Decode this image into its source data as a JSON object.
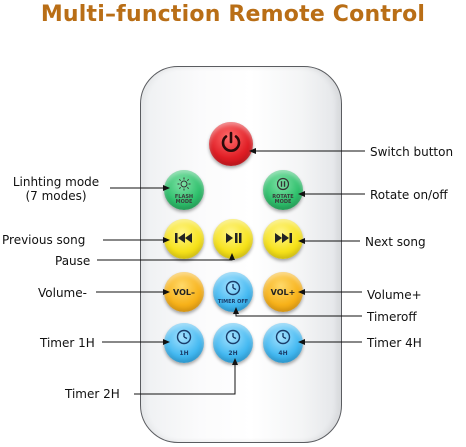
{
  "title": "Multi–function Remote Control",
  "buttons": {
    "flash": {
      "sub1": "FLASH",
      "sub2": "MODE"
    },
    "rotate": {
      "sub1": "ROTATE",
      "sub2": "MODE"
    },
    "vol_minus": "VOL–",
    "vol_plus": "VOL+",
    "timer_off": {
      "sub1": "TIMER OFF"
    },
    "timer_1h": "1H",
    "timer_2h": "2H",
    "timer_4h": "4H"
  },
  "labels": {
    "switch_button": "Switch button",
    "lighting_mode_line1": "Linhting mode",
    "lighting_mode_line2": "(7 modes)",
    "rotate_on_off": "Rotate on/off",
    "previous_song": "Previous song",
    "pause": "Pause",
    "next_song": "Next song",
    "volume_minus": "Volume-",
    "volume_plus": "Volume+",
    "timeroff": "Timeroff",
    "timer_1h": "Timer 1H",
    "timer_4h": "Timer 4H",
    "timer_2h": "Timer 2H"
  },
  "colors": {
    "title": "#b96e16",
    "power": "#e01e25",
    "mode": "#2fbf6c",
    "media": "#f6e21a",
    "volume": "#f7b21a",
    "timer": "#44b9f1"
  }
}
